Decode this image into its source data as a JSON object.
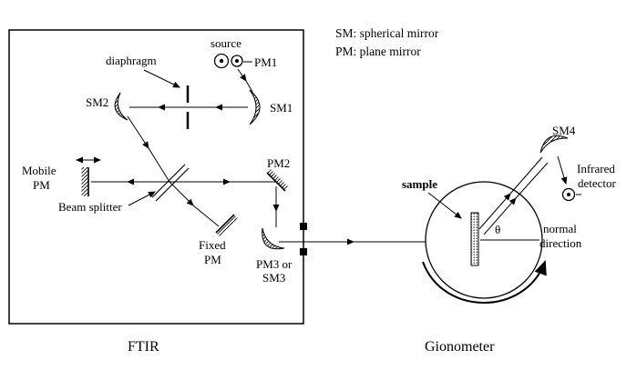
{
  "legend": {
    "line1": "SM: spherical mirror",
    "line2": "PM: plane mirror"
  },
  "ftir": {
    "title": "FTIR",
    "source": "source",
    "pm1": "PM1",
    "diaphragm": "diaphragm",
    "sm2": "SM2",
    "sm1": "SM1",
    "mobile_pm": {
      "line1": "Mobile",
      "line2": "PM"
    },
    "beam_splitter": "Beam splitter",
    "fixed_pm": {
      "line1": "Fixed",
      "line2": "PM"
    },
    "pm2": "PM2",
    "pm3": {
      "line1": "PM3 or",
      "line2": "SM3"
    }
  },
  "goniometer": {
    "title": "Gionometer",
    "sample": "sample",
    "theta": "θ",
    "normal": {
      "line1": "normal",
      "line2": "direction"
    },
    "sm4": "SM4",
    "detector": {
      "line1": "Infrared",
      "line2": "detector"
    }
  }
}
